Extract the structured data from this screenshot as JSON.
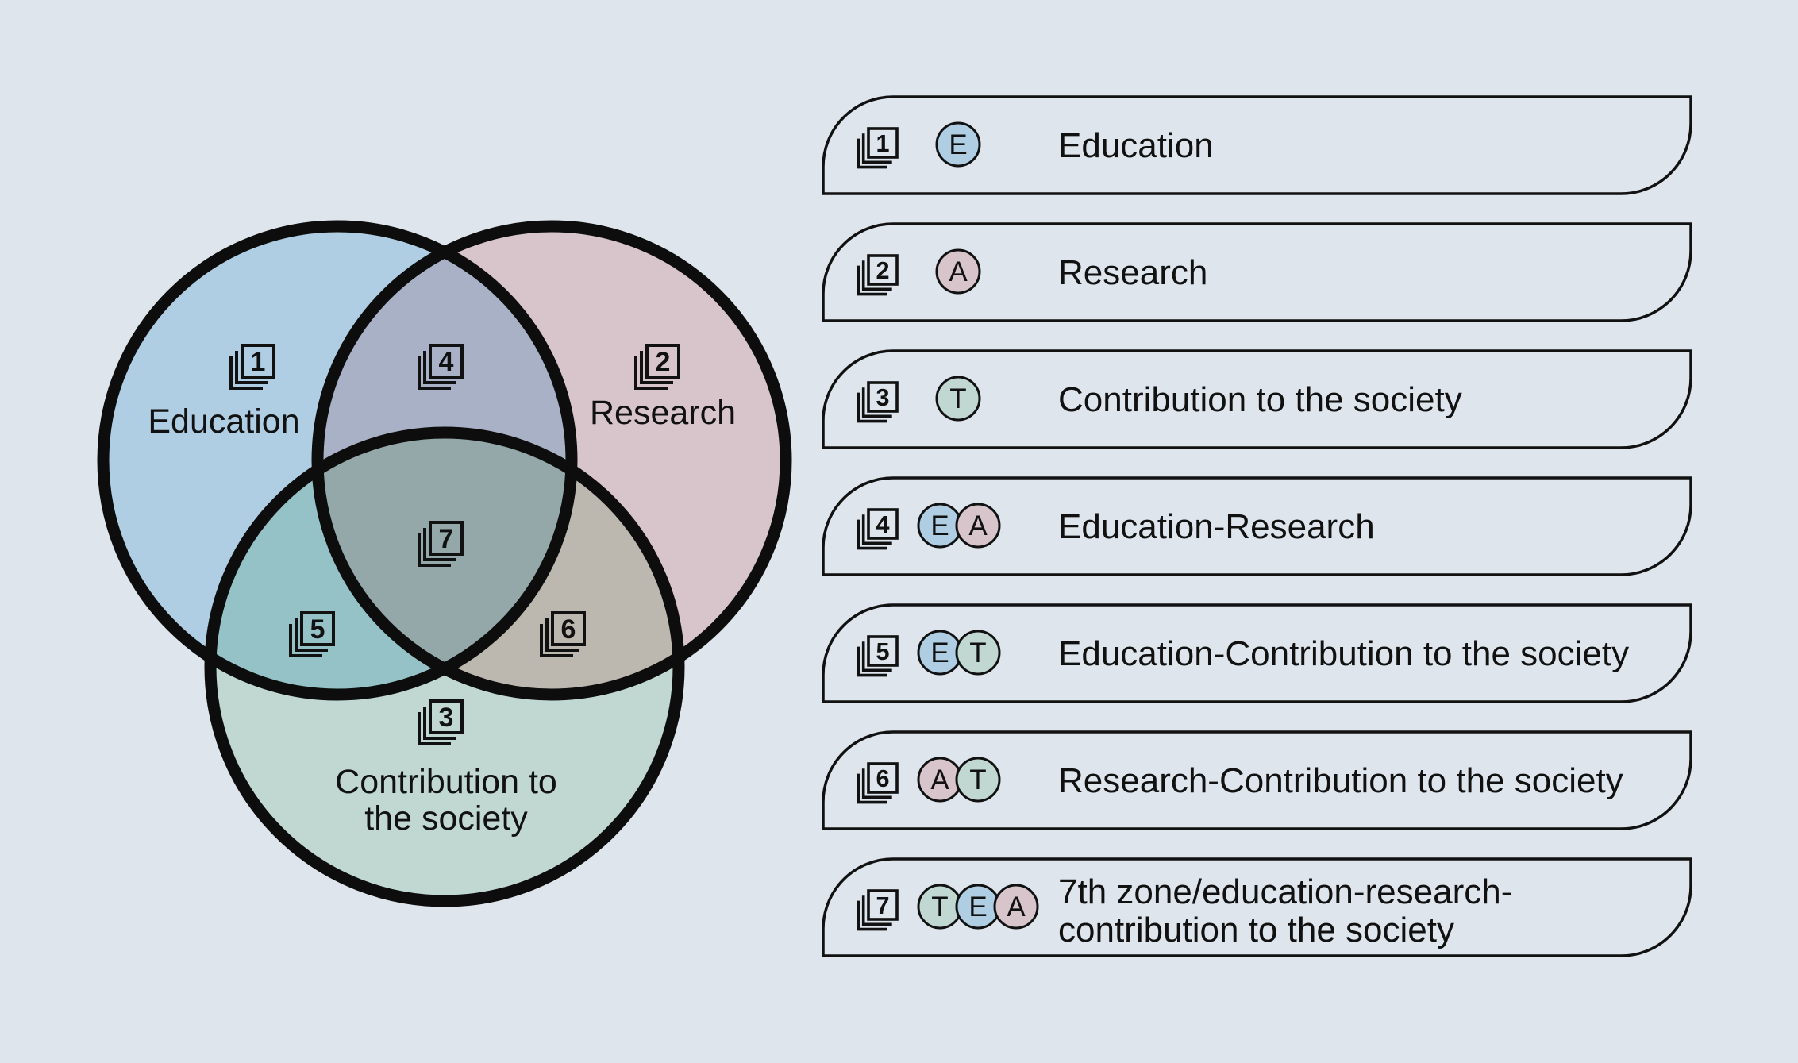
{
  "colors": {
    "background": "#dee5ec",
    "education": "#afcee4",
    "research": "#d8c5cb",
    "society": "#c1d8d2",
    "education_research": "#a9b1c6",
    "education_society": "#94c2c7",
    "research_society": "#bcb8b0",
    "all_three": "#94a7a9",
    "outline": "#0d0d0d"
  },
  "venn": {
    "sets": [
      {
        "key": "E",
        "label": "Education",
        "zone": "1"
      },
      {
        "key": "A",
        "label": "Research",
        "zone": "2"
      },
      {
        "key": "T",
        "label_lines": [
          "Contribution to",
          "the society"
        ],
        "zone": "3"
      }
    ],
    "zones": [
      {
        "number": "1",
        "members": [
          "E"
        ]
      },
      {
        "number": "2",
        "members": [
          "A"
        ]
      },
      {
        "number": "3",
        "members": [
          "T"
        ]
      },
      {
        "number": "4",
        "members": [
          "E",
          "A"
        ]
      },
      {
        "number": "5",
        "members": [
          "E",
          "T"
        ]
      },
      {
        "number": "6",
        "members": [
          "A",
          "T"
        ]
      },
      {
        "number": "7",
        "members": [
          "E",
          "A",
          "T"
        ]
      }
    ]
  },
  "legend": [
    {
      "number": "1",
      "badges": [
        "E"
      ],
      "lines": [
        "Education"
      ]
    },
    {
      "number": "2",
      "badges": [
        "A"
      ],
      "lines": [
        "Research"
      ]
    },
    {
      "number": "3",
      "badges": [
        "T"
      ],
      "lines": [
        "Contribution to the society"
      ]
    },
    {
      "number": "4",
      "badges": [
        "E",
        "A"
      ],
      "lines": [
        "Education-Research"
      ]
    },
    {
      "number": "5",
      "badges": [
        "E",
        "T"
      ],
      "lines": [
        "Education-Contribution to the society"
      ]
    },
    {
      "number": "6",
      "badges": [
        "A",
        "T"
      ],
      "lines": [
        "Research-Contribution to the society"
      ]
    },
    {
      "number": "7",
      "badges": [
        "T",
        "E",
        "A"
      ],
      "lines": [
        "7th zone/education-research-",
        "contribution to the society"
      ]
    }
  ],
  "icons": {
    "zone": "stacked-number-icon",
    "badge": "letter-circle-icon"
  }
}
